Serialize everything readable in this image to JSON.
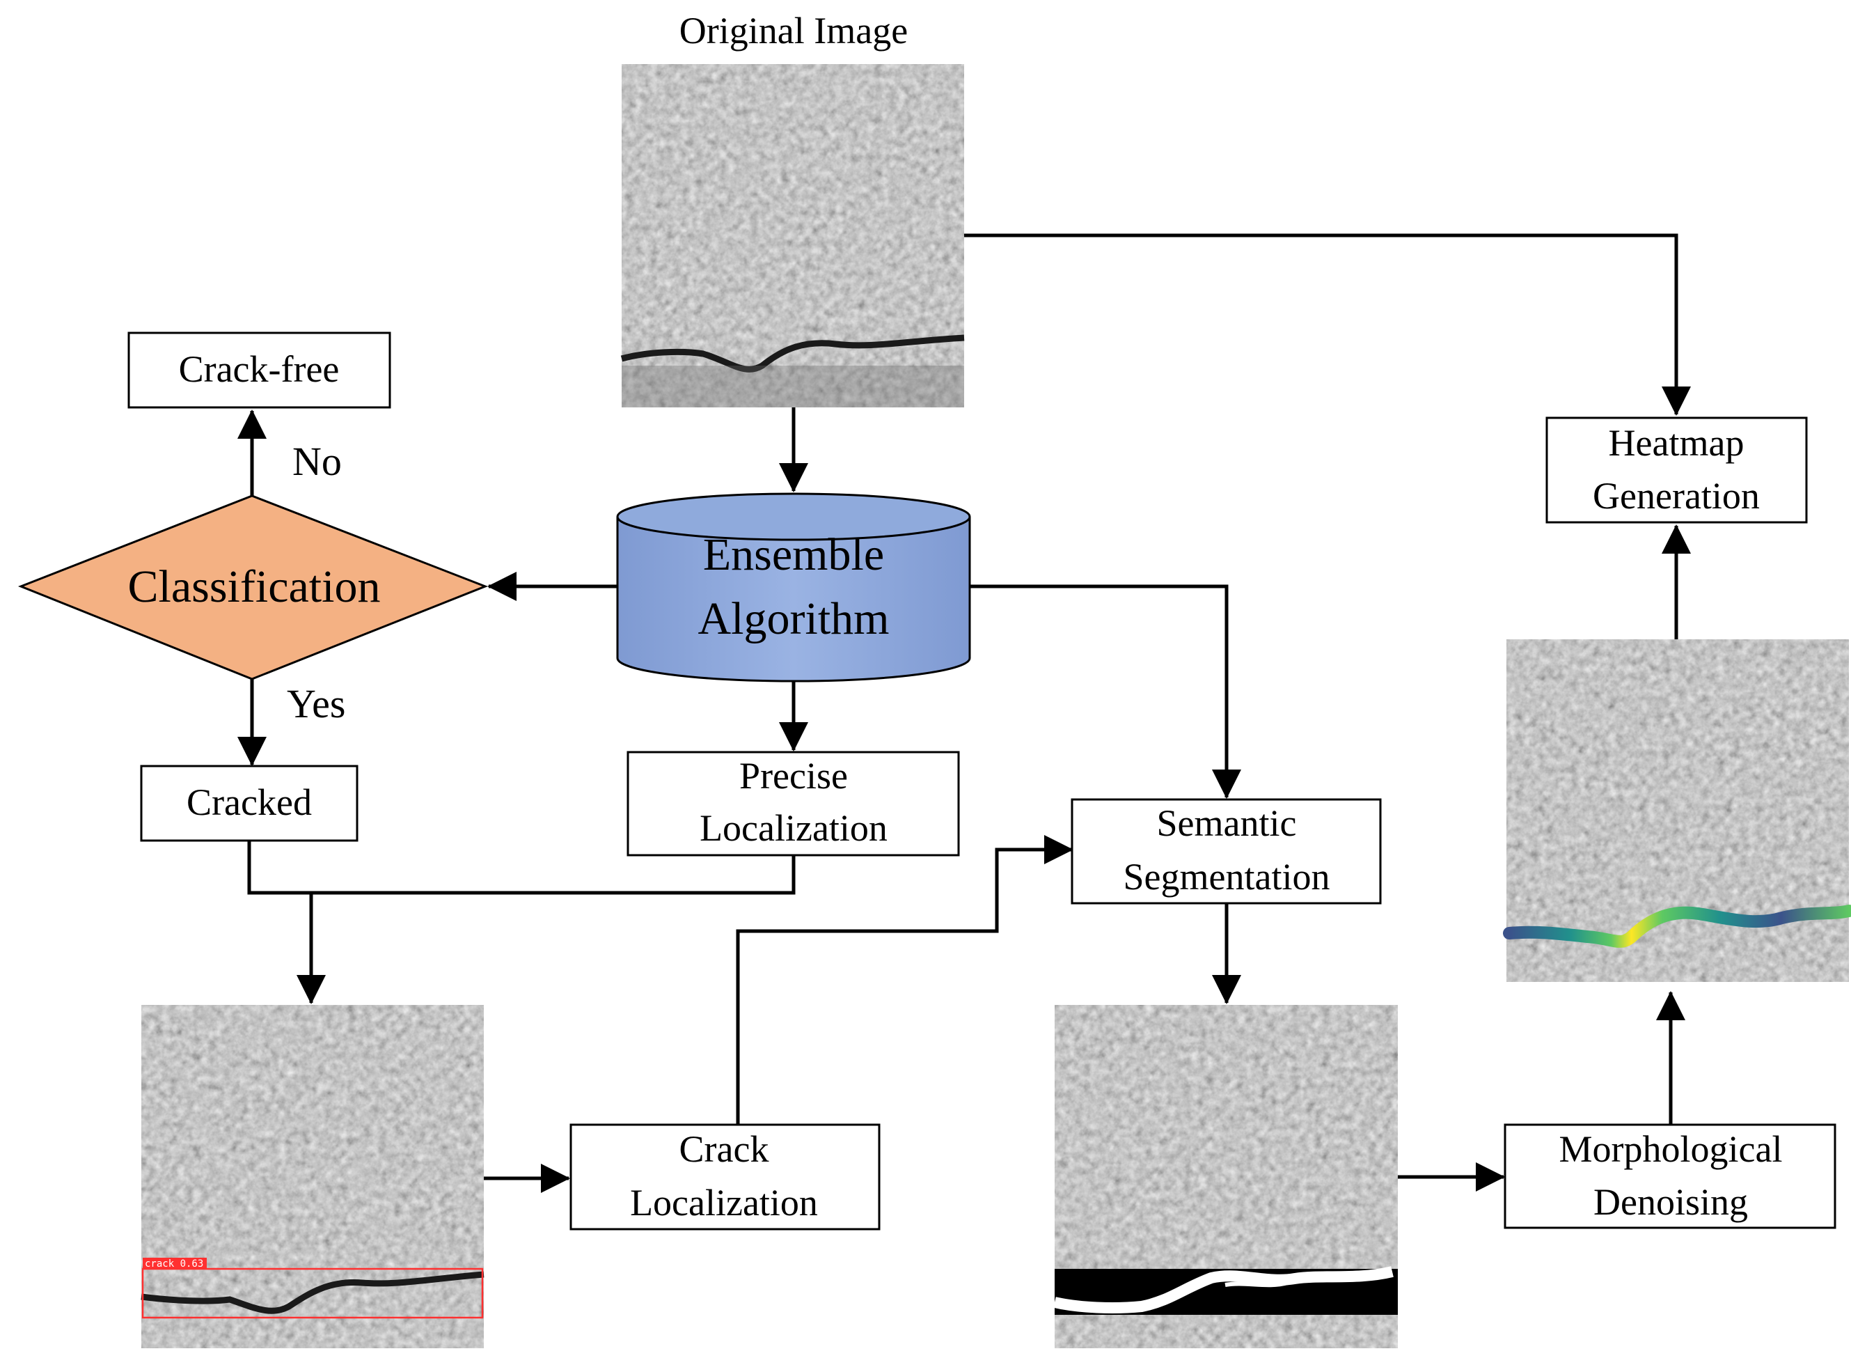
{
  "title": "Original Image",
  "nodes": {
    "crack_free": "Crack-free",
    "classification": "Classification",
    "cracked": "Cracked",
    "ensemble_line1": "Ensemble",
    "ensemble_line2": "Algorithm",
    "precise_line1": "Precise",
    "precise_line2": "Localization",
    "semantic_line1": "Semantic",
    "semantic_line2": "Segmentation",
    "heatmap_line1": "Heatmap",
    "heatmap_line2": "Generation",
    "crack_loc_line1": "Crack",
    "crack_loc_line2": "Localization",
    "morph_line1": "Morphological",
    "morph_line2": "Denoising"
  },
  "edges": {
    "no": "No",
    "yes": "Yes"
  },
  "detection_label": "crack 0.63",
  "colors": {
    "classification_fill": "#f4b183",
    "ensemble_fill": "#8faadc",
    "detection_box": "#ff3030"
  }
}
